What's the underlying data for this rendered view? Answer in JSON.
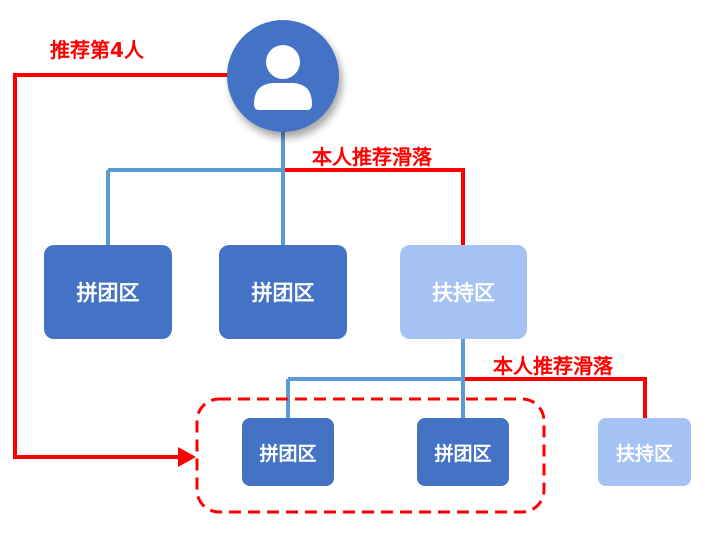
{
  "labels": {
    "recommend_4th": "推荐第4人",
    "self_recommend_slide_1": "本人推荐滑落",
    "self_recommend_slide_2": "本人推荐滑落"
  },
  "nodes": {
    "group_zone_1": "拼团区",
    "group_zone_2": "拼团区",
    "support_zone_1": "扶持区",
    "group_zone_3": "拼团区",
    "group_zone_4": "拼团区",
    "support_zone_2": "扶持区"
  },
  "colors": {
    "dark_box": "#4472c4",
    "light_box": "#a4c2f4",
    "connector": "#5b9bd5",
    "highlight": "#ff0000"
  },
  "icons": {
    "avatar": "user-icon",
    "arrow": "arrow-right-icon"
  }
}
